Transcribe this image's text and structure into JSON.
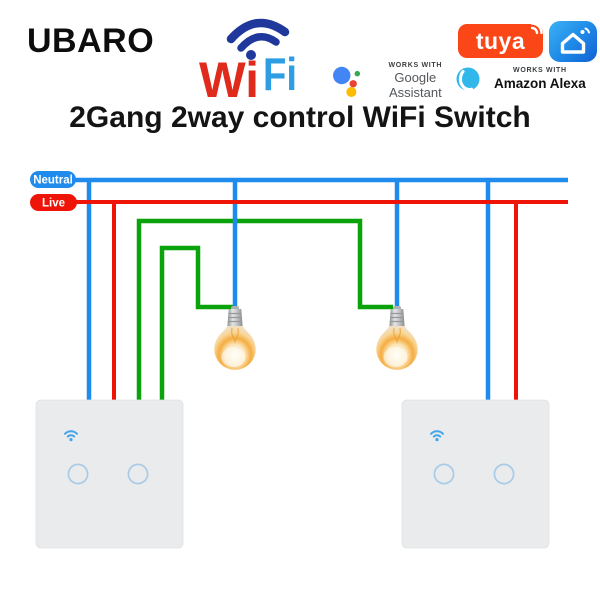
{
  "header": {
    "brand": "UBARO",
    "wifi_logo": {
      "wi": "Wi",
      "fi": "Fi"
    },
    "tuya_badge": {
      "label": "tuya",
      "bg_color": "#fb4717"
    },
    "google_badge": {
      "works_with": "WORKS WITH",
      "name": "Google Assistant"
    },
    "alexa_badge": {
      "works_with": "WORKS WITH",
      "name": "Amazon Alexa"
    }
  },
  "title": "2Gang 2way control WiFi Switch",
  "diagram": {
    "neutral_label": "Neutral",
    "live_label": "Live",
    "colors": {
      "neutral_wire": "#1f8ced",
      "live_wire": "#ef1408",
      "traveler_wire": "#0ba30b",
      "neutral_pill": "#1f8ced",
      "live_pill": "#ef1408"
    },
    "switch_count": 2,
    "bulb_count": 2,
    "gangs_per_switch": 2
  }
}
